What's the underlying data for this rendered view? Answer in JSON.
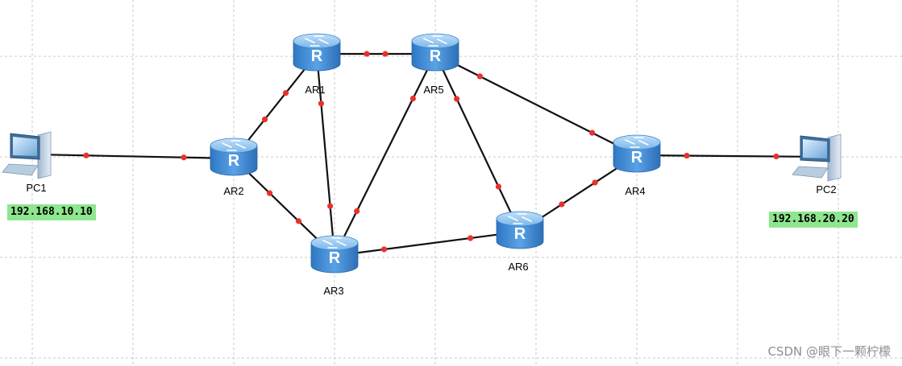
{
  "diagram": {
    "colors": {
      "grid": "#c9c9c9",
      "link": "#111111",
      "port": "#e8322c",
      "router_top": "#8ec3ef",
      "router_body": "#3f8ad6",
      "ip_highlight": "#8ee68e"
    },
    "nodes": [
      {
        "id": "AR1",
        "type": "router",
        "label": "AR1"
      },
      {
        "id": "AR2",
        "type": "router",
        "label": "AR2"
      },
      {
        "id": "AR3",
        "type": "router",
        "label": "AR3"
      },
      {
        "id": "AR4",
        "type": "router",
        "label": "AR4"
      },
      {
        "id": "AR5",
        "type": "router",
        "label": "AR5"
      },
      {
        "id": "AR6",
        "type": "router",
        "label": "AR6"
      },
      {
        "id": "PC1",
        "type": "pc",
        "label": "PC1"
      },
      {
        "id": "PC2",
        "type": "pc",
        "label": "PC2"
      }
    ],
    "links": [
      {
        "from": "PC1",
        "to": "AR2"
      },
      {
        "from": "AR2",
        "to": "AR1"
      },
      {
        "from": "AR2",
        "to": "AR3"
      },
      {
        "from": "AR1",
        "to": "AR5"
      },
      {
        "from": "AR1",
        "to": "AR3"
      },
      {
        "from": "AR5",
        "to": "AR3"
      },
      {
        "from": "AR5",
        "to": "AR6"
      },
      {
        "from": "AR5",
        "to": "AR4"
      },
      {
        "from": "AR3",
        "to": "AR6"
      },
      {
        "from": "AR6",
        "to": "AR4"
      },
      {
        "from": "AR4",
        "to": "PC2"
      }
    ],
    "ip_labels": {
      "pc1": "192.168.10.10",
      "pc2": "192.168.20.20"
    }
  },
  "watermark": "CSDN @眼下一颗柠檬"
}
